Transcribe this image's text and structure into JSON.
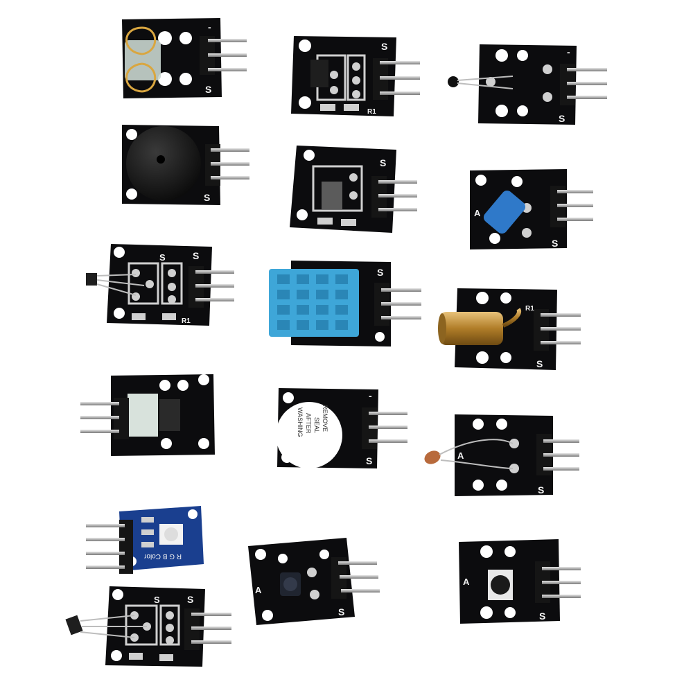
{
  "labels": {
    "signal": "S",
    "ground": "-",
    "pin_a": "A",
    "resistor": "R1",
    "buzzer_sticker": [
      "REMOVE",
      "SEAL",
      "AFTER",
      "WASHING"
    ],
    "rgb_board": "R G B Color"
  },
  "colors": {
    "board": "#0c0c0e",
    "pad": "#d0d0d0",
    "pin": "#a8a8a8",
    "header": "#151515",
    "dht11": "#3ea6d8",
    "tilt_capsule": "#2f79c9",
    "laser": "#c8962e",
    "rgb_board": "#1a3f8f",
    "reed_wire": "#d9a640"
  },
  "modules": [
    {
      "kind": "reed-switch"
    },
    {
      "kind": "infrared-transmitter"
    },
    {
      "kind": "temperature-probe"
    },
    {
      "kind": "passive-buzzer"
    },
    {
      "kind": "mercury-tilt-switch"
    },
    {
      "kind": "tilt-capsule"
    },
    {
      "kind": "hall-sensor"
    },
    {
      "kind": "dht11-humidity-sensor"
    },
    {
      "kind": "laser-emitter"
    },
    {
      "kind": "photo-interrupter"
    },
    {
      "kind": "active-buzzer"
    },
    {
      "kind": "photoresistor"
    },
    {
      "kind": "rgb-led"
    },
    {
      "kind": "infrared-receiver"
    },
    {
      "kind": "push-button"
    },
    {
      "kind": "temperature-sensor-18b20"
    }
  ]
}
